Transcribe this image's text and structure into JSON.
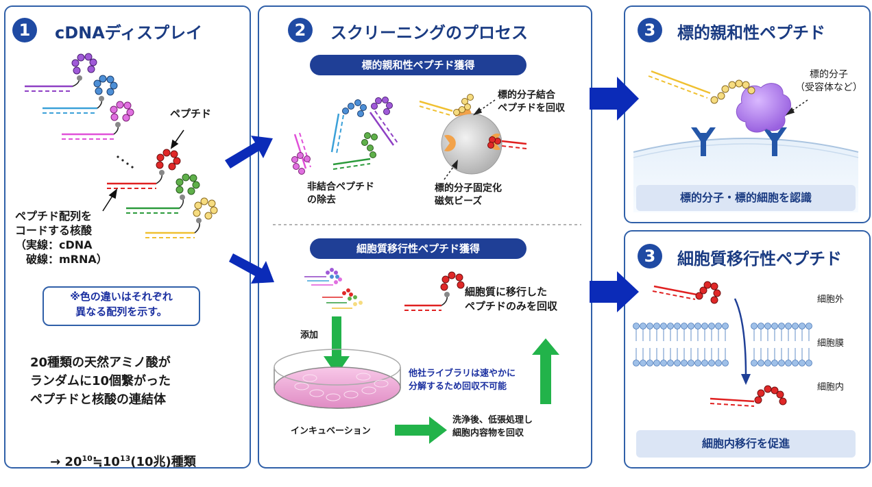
{
  "panel1": {
    "number": "1",
    "title": "cDNAディスプレイ",
    "peptide_label": "ペプチド",
    "nucleic_label": "ペプチド配列を\nコードする核酸\n（実線：cDNA\n　破線：mRNA）",
    "note": "※色の違いはそれぞれ\n異なる配列を示す。",
    "summary": "20種類の天然アミノ酸が\nランダムに10個繋がった\nペプチドと核酸の連結体",
    "formula_prefix": "→ 20",
    "formula_exp1": "10",
    "formula_mid": "≒10",
    "formula_exp2": "13",
    "formula_suffix": "(10兆)種類"
  },
  "panel2": {
    "number": "2",
    "title": "スクリーニングのプロセス",
    "affinity_pill": "標的親和性ペプチド獲得",
    "unbound_label": "非結合ペプチド\nの除去",
    "recover_label": "標的分子結合\nペプチドを回収",
    "beads_label": "標的分子固定化\n磁気ビーズ",
    "permeable_pill": "細胞質移行性ペプチド獲得",
    "add_label": "添加",
    "incubation_label": "インキュベーション",
    "only_recover_label": "細胞質に移行した\nペプチドのみを回収",
    "other_library_label": "他社ライブラリは速やかに\n分解するため回収不可能",
    "wash_label": "洗浄後、低張処理し\n細胞内容物を回収"
  },
  "panel3a": {
    "number": "3",
    "title": "標的親和性ペプチド",
    "target_label": "標的分子\n（受容体など）",
    "band": "標的分子・標的細胞を認識"
  },
  "panel3b": {
    "number": "3",
    "title": "細胞質移行性ペプチド",
    "outside_label": "細胞外",
    "membrane_label": "細胞膜",
    "inside_label": "細胞内",
    "band": "細胞内移行を促進"
  },
  "colors": {
    "border": "#2f5fa8",
    "title": "#1a3b82",
    "pill": "#1f3f96",
    "arrow": "#0b2bb8",
    "green_arrow": "#22b34a",
    "band": "#dbe5f5",
    "note_text": "#1a2fa0"
  }
}
